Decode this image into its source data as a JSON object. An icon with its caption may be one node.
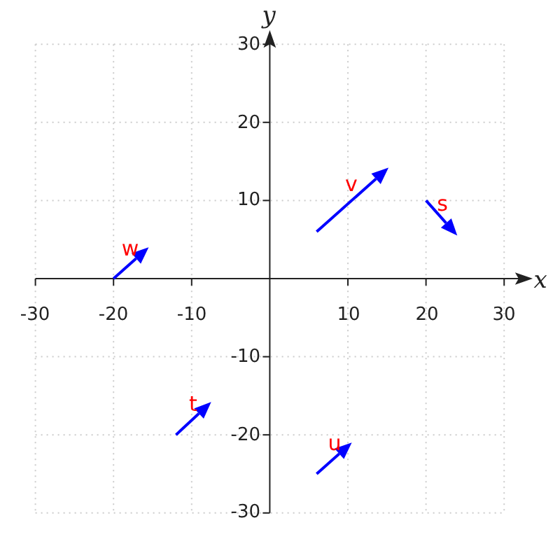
{
  "diagram": {
    "labels": [
      "y",
      "30",
      "20",
      "10",
      "v",
      "s",
      "x",
      "-30",
      "-20",
      "-10",
      "10",
      "20",
      "30",
      "w",
      "-10",
      "t",
      "-20",
      "u",
      "-30"
    ]
  }
}
